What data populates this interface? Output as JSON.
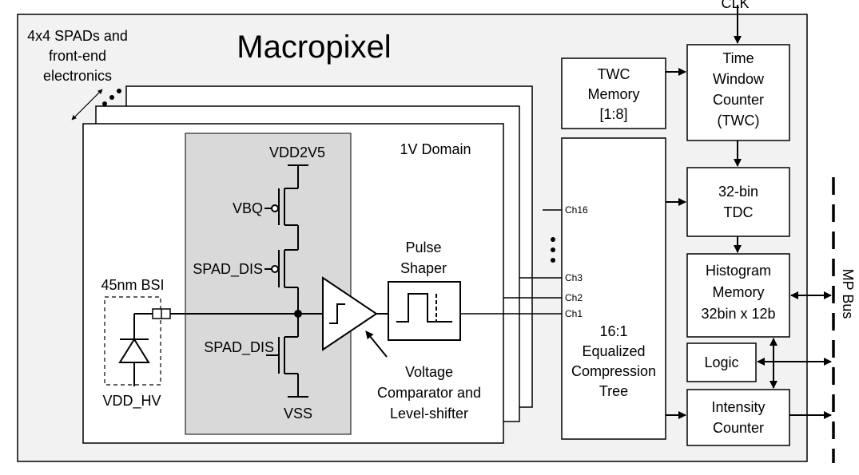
{
  "diagram": {
    "clk": "CLK",
    "title": "Macropixel",
    "spads_note": [
      "4x4 SPADs and",
      "front-end",
      "electronics"
    ],
    "bsi_label": "45nm BSI",
    "vdd_hv": "VDD_HV",
    "vdd2v5": "VDD2V5",
    "vbq": "VBQ",
    "spad_dis_top": "SPAD_DIS",
    "spad_dis_bottom": "SPAD_DIS",
    "vss": "VSS",
    "domain_1v": "1V Domain",
    "pulse_shaper": [
      "Pulse",
      "Shaper"
    ],
    "comparator": [
      "Voltage",
      "Comparator and",
      "Level-shifter"
    ],
    "channels": [
      "Ch16",
      "Ch3",
      "Ch2",
      "Ch1"
    ],
    "twc_memory": [
      "TWC",
      "Memory",
      "[1:8]"
    ],
    "time_window_counter": [
      "Time",
      "Window",
      "Counter",
      "(TWC)"
    ],
    "tdc": [
      "32-bin",
      "TDC"
    ],
    "histogram_memory": [
      "Histogram",
      "Memory",
      "32bin x 12b"
    ],
    "logic": "Logic",
    "intensity_counter": [
      "Intensity",
      "Counter"
    ],
    "compression_tree": [
      "16:1",
      "Equalized",
      "Compression",
      "Tree"
    ],
    "mp_bus": "MP Bus"
  }
}
